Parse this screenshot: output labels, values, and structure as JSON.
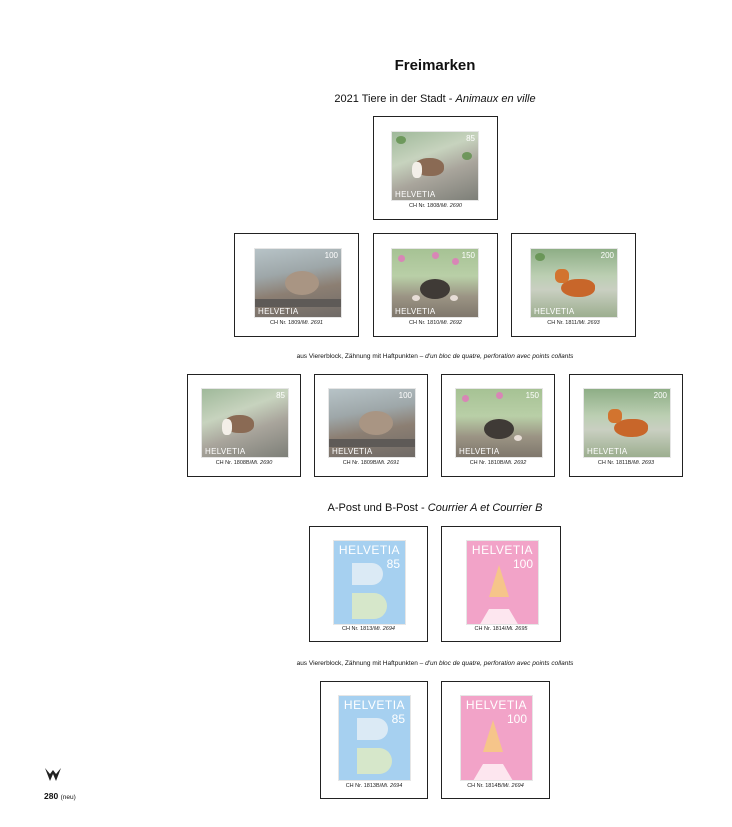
{
  "page": {
    "title": "Freimarken",
    "page_number": "280",
    "page_suffix": "(neu)"
  },
  "section1": {
    "heading_de": "2021 Tiere in der Stadt - ",
    "heading_fr": "Animaux en ville",
    "stamps": [
      {
        "country": "HELVETIA",
        "value": "85",
        "caption_ch": "CH Nr. 1808/",
        "caption_mi": "Mi. 2690"
      },
      {
        "country": "HELVETIA",
        "value": "100",
        "caption_ch": "CH Nr. 1809/",
        "caption_mi": "Mi. 2691"
      },
      {
        "country": "HELVETIA",
        "value": "150",
        "caption_ch": "CH Nr. 1810/",
        "caption_mi": "Mi. 2692"
      },
      {
        "country": "HELVETIA",
        "value": "200",
        "caption_ch": "CH Nr. 1811/",
        "caption_mi": "Mi. 2693"
      }
    ],
    "note_de": "aus Viererblock, Zähnung mit Haftpunkten – ",
    "note_fr": "d'un bloc de quatre, perforation avec points collants",
    "block_stamps": [
      {
        "country": "HELVETIA",
        "value": "85",
        "caption_ch": "CH Nr. 1808B/",
        "caption_mi": "Mi. 2690"
      },
      {
        "country": "HELVETIA",
        "value": "100",
        "caption_ch": "CH Nr. 1809B/",
        "caption_mi": "Mi. 2691"
      },
      {
        "country": "HELVETIA",
        "value": "150",
        "caption_ch": "CH Nr. 1810B/",
        "caption_mi": "Mi. 2692"
      },
      {
        "country": "HELVETIA",
        "value": "200",
        "caption_ch": "CH Nr. 1811B/",
        "caption_mi": "Mi. 2693"
      }
    ]
  },
  "section2": {
    "heading_de": "A-Post und B-Post - ",
    "heading_fr": "Courrier A et Courrier B",
    "stamps": [
      {
        "country": "HELVETIA",
        "value": "85",
        "caption_ch": "CH Nr. 1813/",
        "caption_mi": "Mi. 2694"
      },
      {
        "country": "HELVETIA",
        "value": "100",
        "caption_ch": "CH Nr. 1814/",
        "caption_mi": "Mi. 2695"
      }
    ],
    "note_de": "aus Viererblock, Zähnung mit Haftpunkten – ",
    "note_fr": "d'un bloc de quatre, perforation avec points collants",
    "block_stamps": [
      {
        "country": "HELVETIA",
        "value": "85",
        "caption_ch": "CH Nr. 1813B/",
        "caption_mi": "Mi. 2694"
      },
      {
        "country": "HELVETIA",
        "value": "100",
        "caption_ch": "CH Nr. 1814B/",
        "caption_mi": "Mi. 2694"
      }
    ]
  }
}
